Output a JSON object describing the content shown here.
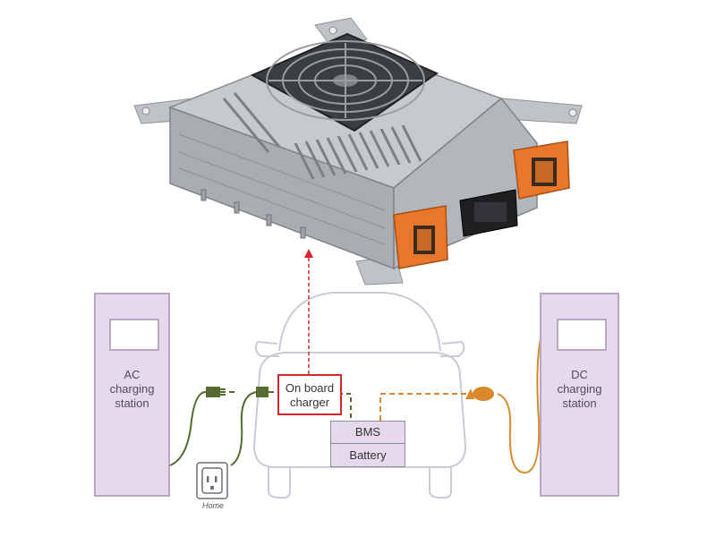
{
  "diagram": {
    "ac_station": {
      "label": "AC\ncharging\nstation"
    },
    "dc_station": {
      "label": "DC\ncharging\nstation"
    },
    "on_board_charger": {
      "label": "On board\ncharger"
    },
    "bms": {
      "label": "BMS"
    },
    "battery": {
      "label": "Battery"
    },
    "home": {
      "label": "Home"
    }
  },
  "colors": {
    "station_fill": "#e7d9ec",
    "station_border": "#b8a7c2",
    "car_outline": "#c9ccd6",
    "highlight_red": "#d6262c",
    "ac_cable": "#556b2f",
    "dc_cable": "#d9892a",
    "charger_body": "#b9bcc0",
    "connector_orange": "#e8762b"
  },
  "icons": [
    "charger-unit-photo",
    "fan-icon",
    "home-socket-icon",
    "ac-plug-icon",
    "dc-plug-icon"
  ]
}
